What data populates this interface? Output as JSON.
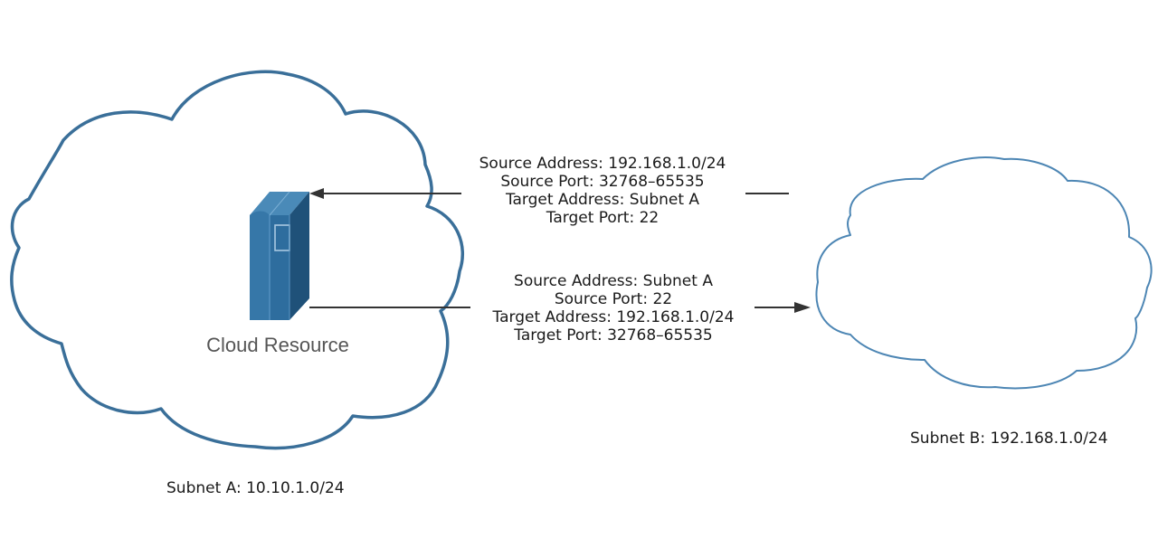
{
  "resource": {
    "label": "Cloud Resource",
    "icon": "server-icon",
    "color": "#2e6d9e"
  },
  "subnet_a": {
    "label": "Subnet A: 10.10.1.0/24"
  },
  "subnet_b": {
    "label": "Subnet B: 192.168.1.0/24"
  },
  "inbound_rule": {
    "direction": "from Subnet B to Cloud Resource",
    "lines": [
      "Source Address: 192.168.1.0/24",
      "Source Port: 32768–65535",
      "Target Address: Subnet A",
      "Target Port: 22"
    ]
  },
  "outbound_rule": {
    "direction": "from Cloud Resource to Subnet B",
    "lines": [
      "Source Address: Subnet A",
      "Source Port: 22",
      "Target Address: 192.168.1.0/24",
      "Target Port: 32768–65535"
    ]
  },
  "colors": {
    "cloud_stroke": "#3a6f99",
    "cloud_b_stroke": "#4d86b4",
    "server_face": "#2e6d9e",
    "arrow": "#333333"
  }
}
